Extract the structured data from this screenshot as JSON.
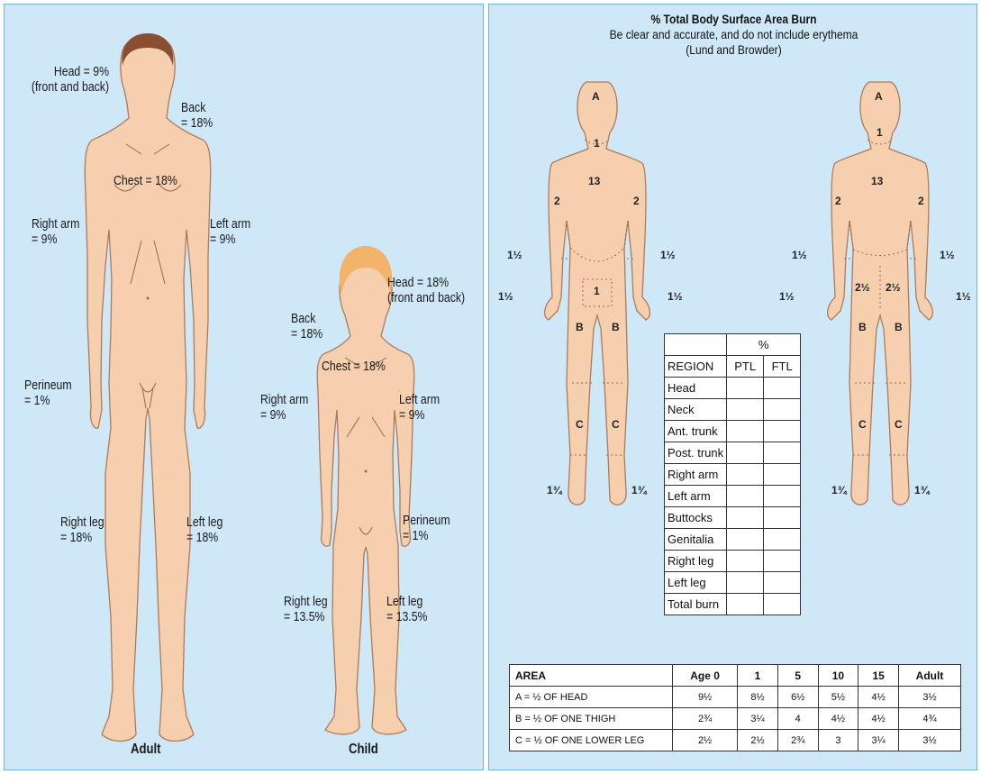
{
  "adult_chart": {
    "head": [
      "Head = 9%",
      "(front and back)"
    ],
    "back": [
      "Back",
      "= 18%"
    ],
    "chest": "Chest = 18%",
    "right_arm": [
      "Right arm",
      "= 9%"
    ],
    "left_arm": [
      "Left arm",
      "= 9%"
    ],
    "perineum": [
      "Perineum",
      "= 1%"
    ],
    "right_leg": [
      "Right leg",
      "= 18%"
    ],
    "left_leg": [
      "Left leg",
      "= 18%"
    ],
    "caption": "Adult"
  },
  "child_chart": {
    "head": [
      "Head = 18%",
      "(front and back)"
    ],
    "back": [
      "Back",
      "= 18%"
    ],
    "chest": "Chest = 18%",
    "right_arm": [
      "Right arm",
      "= 9%"
    ],
    "left_arm": [
      "Left arm",
      "= 9%"
    ],
    "perineum": [
      "Perineum",
      "= 1%"
    ],
    "right_leg": [
      "Right leg",
      "= 13.5%"
    ],
    "left_leg": [
      "Left leg",
      "= 13.5%"
    ],
    "caption": "Child"
  },
  "lund_browder": {
    "title": "% Total Body Surface Area Burn",
    "subtitle": "Be clear and accurate, and do not include erythema",
    "source": "(Lund and Browder)",
    "front_labels": {
      "head": "A",
      "neck": "1",
      "trunk": "13",
      "upper_arm_r": "2",
      "upper_arm_l": "2",
      "forearm_r": "1½",
      "forearm_l": "1½",
      "hand_r": "1½",
      "hand_l": "1½",
      "genitalia": "1",
      "thigh_r": "B",
      "thigh_l": "B",
      "leg_r": "C",
      "leg_l": "C",
      "foot_r": "1¾",
      "foot_l": "1¾"
    },
    "back_labels": {
      "head": "A",
      "neck": "1",
      "trunk": "13",
      "upper_arm_r": "2",
      "upper_arm_l": "2",
      "forearm_r": "1½",
      "forearm_l": "1½",
      "hand_r": "1½",
      "hand_l": "1½",
      "buttock_r": "2½",
      "buttock_l": "2½",
      "thigh_r": "B",
      "thigh_l": "B",
      "leg_r": "C",
      "leg_l": "C",
      "foot_r": "1¾",
      "foot_l": "1¾"
    },
    "region_table": {
      "percent_header": "%",
      "columns": [
        "REGION",
        "PTL",
        "FTL"
      ],
      "rows": [
        "Head",
        "Neck",
        "Ant. trunk",
        "Post. trunk",
        "Right arm",
        "Left arm",
        "Buttocks",
        "Genitalia",
        "Right leg",
        "Left leg",
        "Total burn"
      ]
    },
    "age_table": {
      "columns": [
        "AREA",
        "Age 0",
        "1",
        "5",
        "10",
        "15",
        "Adult"
      ],
      "rows": [
        {
          "area": "A = ½ OF HEAD",
          "values": [
            "9½",
            "8½",
            "6½",
            "5½",
            "4½",
            "3½"
          ]
        },
        {
          "area": "B = ½ OF ONE THIGH",
          "values": [
            "2¾",
            "3¼",
            "4",
            "4½",
            "4½",
            "4¾"
          ]
        },
        {
          "area": "C = ½ OF ONE LOWER LEG",
          "values": [
            "2½",
            "2½",
            "2¾",
            "3",
            "3¼",
            "3½"
          ]
        }
      ]
    }
  },
  "colors": {
    "panel_bg": "#cfe8f7",
    "panel_border": "#6fb3dd",
    "skin": "#f6cfae",
    "skin_outline": "#b07a58",
    "adult_hair": "#8a4e32",
    "child_hair": "#f2b36a"
  }
}
